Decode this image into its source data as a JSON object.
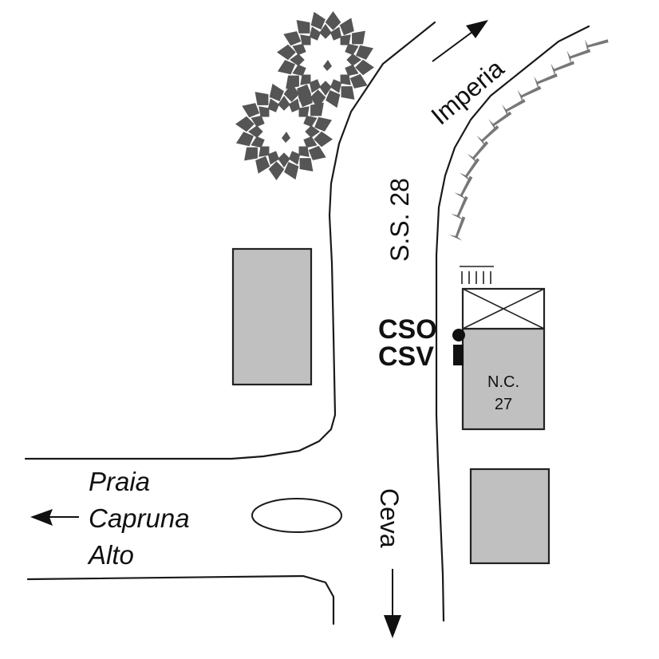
{
  "map": {
    "title": "Location map S.S. 28",
    "colors": {
      "road_line": "#1a1a1a",
      "building_fill": "#c0c0c0",
      "building_stroke": "#222222",
      "tree": "#555555",
      "embankment": "#777777",
      "marker": "#111111"
    },
    "labels": {
      "road_name": "S.S. 28",
      "direction_north": "Imperia",
      "direction_south": "Ceva",
      "direction_west_lines": [
        "Praia",
        "Capruna",
        "Alto"
      ],
      "building_id_line1": "N.C.",
      "building_id_line2": "27",
      "marker_cso": "CSO",
      "marker_csv": "CSV"
    },
    "icons": {
      "north_arrow": "arrow-up-right-icon",
      "south_arrow": "arrow-down-icon",
      "west_arrow": "arrow-left-icon",
      "trees": "tree-icon",
      "embankment": "embankment-hatch-icon",
      "cso_marker": "filled-circle-icon",
      "csv_marker": "filled-rectangle-icon",
      "roundabout": "ellipse-icon"
    }
  }
}
